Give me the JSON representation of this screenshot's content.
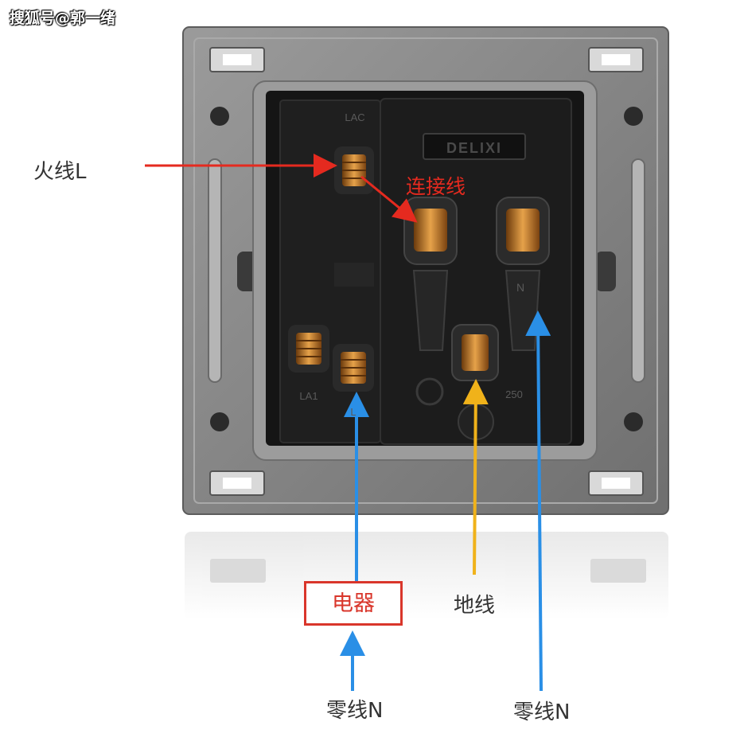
{
  "watermark": "搜狐号@郭一绪",
  "labels": {
    "live_wire": "火线L",
    "connecting_wire": "连接线",
    "device": "电器",
    "ground_wire": "地线",
    "neutral_left": "零线N",
    "neutral_right": "零线N"
  },
  "socket_markings": {
    "brand": "DELIXI",
    "terminal_lac": "LAC",
    "terminal_la1": "LA1",
    "terminal_l": "L",
    "terminal_n": "N",
    "rating": "250"
  },
  "colors": {
    "live": "#e52a1f",
    "neutral": "#2a8fe6",
    "ground": "#f0b21a",
    "socket_body": "#151515",
    "frame": "#8a8a8a"
  }
}
